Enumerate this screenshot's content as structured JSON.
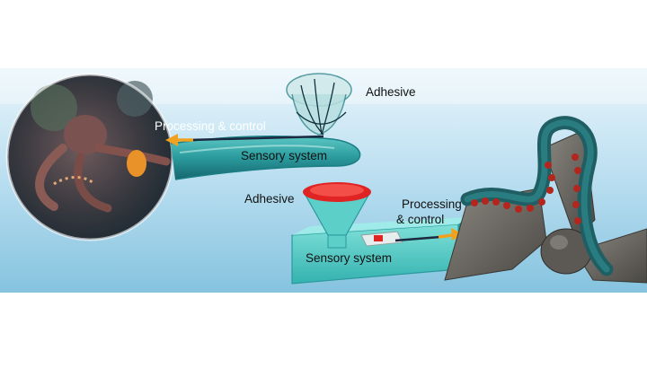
{
  "colors": {
    "background_top": "#d9eef7",
    "background_bottom": "#8dc7e2",
    "tube_dark": "#1a7f85",
    "tube_light": "#45b8b8",
    "adhesive_red": "#e02424",
    "arrow_orange": "#f0a21e",
    "sucker_red": "#b3261e",
    "propeller": "#6b6b66"
  },
  "labels": {
    "octopus_adhesive": "Adhesive",
    "octopus_processing": "Processing & control",
    "octopus_sensory": "Sensory system",
    "device_adhesive": "Adhesive",
    "device_processing_line1": "Processing",
    "device_processing_line2": "& control",
    "device_sensory": "Sensory system"
  },
  "icons": {
    "octopus_photo": "octopus-icon",
    "propeller": "propeller-icon",
    "gripper_arm": "tentacle-gripper-icon"
  }
}
